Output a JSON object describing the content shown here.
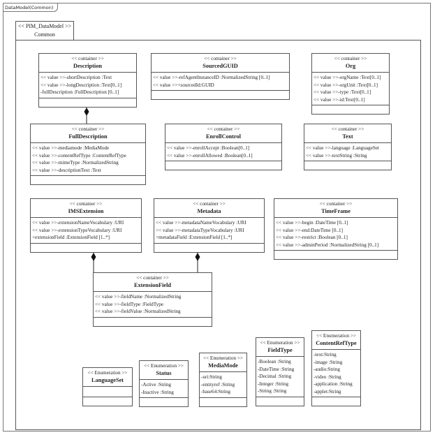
{
  "frame_title": "DataModel(Common)",
  "package": {
    "stereotype": "<< PIM_DataModel >>",
    "name": "Common"
  },
  "classes": [
    {
      "id": "description",
      "stereotype": "<< container >>",
      "name": "Description",
      "attributes": [
        "<< value >>-shortDescription  :Text",
        "<< value >>-longDescription  :Text[0..1]",
        "-fullDescription  :FullDescription  [0..1]"
      ]
    },
    {
      "id": "sourcedguid",
      "stereotype": "<< container >>",
      "name": "SourcedGUID",
      "attributes": [
        "<< value >>-refAgentInstanceID  :NormalizedString  [0..1]",
        "<< value >>+sourcedId:GUID"
      ]
    },
    {
      "id": "org",
      "stereotype": "<< container >>",
      "name": "Org",
      "attributes": [
        "<< value >>-orgName :Text[0..1]",
        "<< value >>-orgUnit :Text[0..1]",
        "<< value >>-type :Text[0..1]",
        "<< value >>-id:Text[0..1]"
      ]
    },
    {
      "id": "fulldescription",
      "stereotype": "<< container >>",
      "name": "FullDescription",
      "attributes": [
        "<< value >>-mediamode :MediaMode",
        "<< value >>-contentRefType  :ContentRefType",
        "<< value >>-mimeType  :NormalizedString",
        "<< value >>-descriptionText  :Text"
      ]
    },
    {
      "id": "enrollcontrol",
      "stereotype": "<< container >>",
      "name": "EnrollControl",
      "attributes": [
        "<< value >>-enrollAccept :Boolean[0..1]",
        "<< value >>-enrollAllowed  :Boolean[0..1]"
      ]
    },
    {
      "id": "text",
      "stereotype": "<< container >>",
      "name": "Text",
      "attributes": [
        "<< value >>-language :LanguageSet",
        "<< value >>-textString  :String"
      ]
    },
    {
      "id": "imsextension",
      "stereotype": "<< container >>",
      "name": "IMSExtension",
      "attributes": [
        "<< value >>-extensionNameVocabulary  :URI",
        "<< value >>-extensionTypeVocabulary  :URI",
        "+extensionField  :ExtensionField  [1..*]"
      ]
    },
    {
      "id": "metadata",
      "stereotype": "<< container >>",
      "name": "Metadata",
      "attributes": [
        "<< value >>-metadataNameVocabulary  :URI",
        "<< value >>-metadataTypeVocabulary  :URI",
        "+metadataField  :ExtensionField  [1..*]"
      ]
    },
    {
      "id": "timeframe",
      "stereotype": "<< container >>",
      "name": "TimeFrame",
      "attributes": [
        "<< value >>-begin :DateTime [0..1]",
        "<< value >>-end:DateTime [0..1]",
        "<< value >>-restrict :Boolean [0..1]",
        "<< value >>-adminPeriod  :NormalizedString  [0..1]"
      ]
    },
    {
      "id": "extensionfield",
      "stereotype": "<< container >>",
      "name": "ExtensionField",
      "attributes": [
        "<< value >>-fieldName  :NormalizedString",
        "<< value >>-fieldType  :FieldType",
        "<< value >>-fieldValue  :NormalizedString"
      ]
    },
    {
      "id": "languageset",
      "stereotype": "<< Enumeration >>",
      "name": "LanguageSet",
      "attributes": []
    },
    {
      "id": "status",
      "stereotype": "<< Enumeration >>",
      "name": "Status",
      "attributes": [
        "-Active :String",
        "-Inactive :String"
      ]
    },
    {
      "id": "mediamode",
      "stereotype": "<< Enumeration >>",
      "name": "MediaMode",
      "attributes": [
        "-uri:String",
        "-entityref  :String",
        "-base64:String"
      ]
    },
    {
      "id": "fieldtype",
      "stereotype": "<< Enumeration >>",
      "name": "FieldType",
      "attributes": [
        "-Boolean :String",
        "-DateTime :String",
        "-Decimal :String",
        "-Integer :String",
        "-String :String"
      ]
    },
    {
      "id": "contentreftype",
      "stereotype": "<< Enumeration >>",
      "name": "ContentRefType",
      "attributes": [
        "-text:String",
        "-image :String",
        "-audio:String",
        "-video :String",
        "-application :String",
        "-applet:String"
      ]
    }
  ],
  "compositions": [
    {
      "whole": "description",
      "part": "fulldescription"
    },
    {
      "whole": "imsextension",
      "part": "extensionfield"
    },
    {
      "whole": "metadata",
      "part": "extensionfield"
    }
  ]
}
